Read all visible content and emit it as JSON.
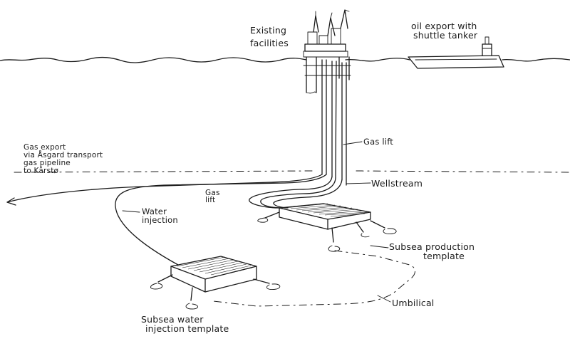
{
  "labels": {
    "existing": [
      "Existing",
      "facilities"
    ],
    "oil_export": [
      "oil export with",
      "shuttle tanker"
    ],
    "gas_export": [
      "Gas export",
      "via Åsgard transport",
      "gas pipeline",
      "to Kårstø"
    ],
    "gas_lift_riser": "Gas lift",
    "wellstream": "Wellstream",
    "gas_lift_template": [
      "Gas",
      "lift"
    ],
    "water_injection": [
      "Water",
      "injection"
    ],
    "production_template": [
      "Subsea production",
      "template"
    ],
    "umbilical": "Umbilical",
    "water_template": [
      "Subsea  water",
      "injection template"
    ]
  },
  "colors": {
    "ink": "#1a1a1a",
    "paper": "#ffffff"
  }
}
